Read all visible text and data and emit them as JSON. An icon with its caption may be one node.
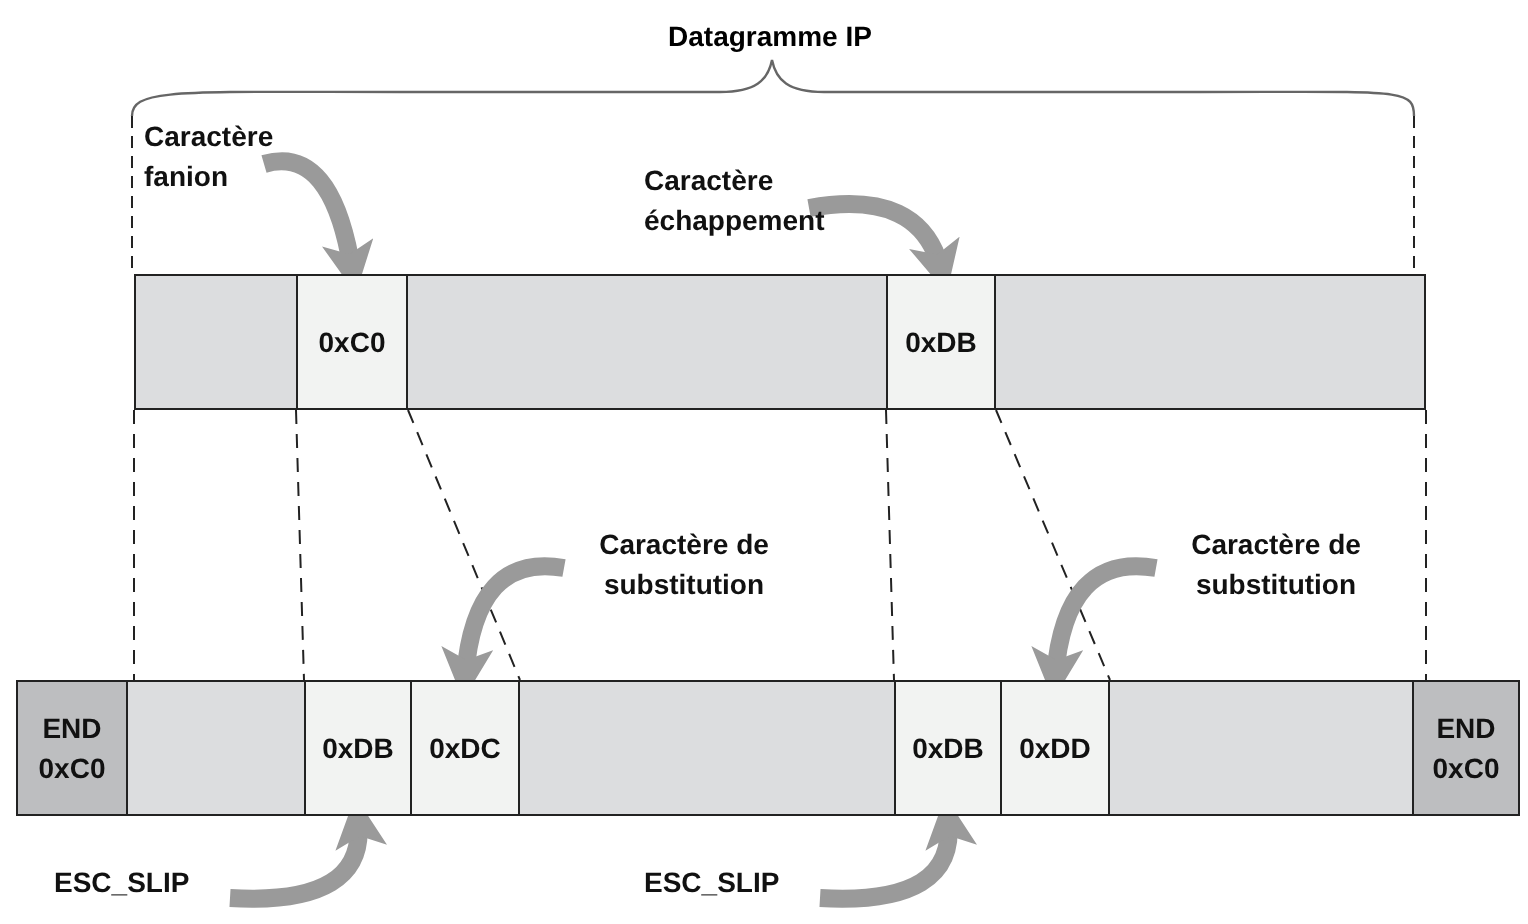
{
  "diagram": {
    "title": "Datagramme IP",
    "nodes": [
      {
        "text": [],
        "shape": "bar"
      },
      {
        "text": [
          "0xC0"
        ],
        "in": 0
      },
      {
        "text": [
          "0xDB"
        ],
        "in": 0
      },
      {
        "text": [],
        "shape": "bar"
      },
      {
        "text": [
          "END 0xC0"
        ],
        "in": 3
      },
      {
        "text": [
          "0xDB"
        ],
        "in": 3
      },
      {
        "text": [
          "0xDC"
        ],
        "in": 3
      },
      {
        "text": [
          "0xDB"
        ],
        "in": 3
      },
      {
        "text": [
          "0xDD"
        ],
        "in": 3
      },
      {
        "text": [
          "END 0xC0"
        ],
        "in": 3
      },
      {
        "text": [
          "Caractère fanion"
        ]
      },
      {
        "text": [
          "Caractère échappement"
        ]
      },
      {
        "text": [
          "Caractère de substitution"
        ]
      },
      {
        "text": [
          "Caractère de substitution"
        ]
      },
      {
        "text": [
          "ESC_SLIP"
        ]
      },
      {
        "text": [
          "ESC_SLIP"
        ]
      }
    ],
    "edges": [
      {
        "from": 10,
        "to": 1,
        "arrow": "to",
        "style": "thick",
        "color": "#9a9a9a"
      },
      {
        "from": 11,
        "to": 2,
        "arrow": "to",
        "style": "thick",
        "color": "#9a9a9a"
      },
      {
        "from": 0,
        "to": 3,
        "arrow": "none",
        "style": "dashed",
        "color": "#222222"
      },
      {
        "from": 1,
        "to": 5,
        "arrow": "none",
        "style": "dashed",
        "color": "#222222"
      },
      {
        "from": 1,
        "to": 6,
        "arrow": "none",
        "style": "dashed",
        "color": "#222222"
      },
      {
        "from": 2,
        "to": 7,
        "arrow": "none",
        "style": "dashed",
        "color": "#222222"
      },
      {
        "from": 2,
        "to": 8,
        "arrow": "none",
        "style": "dashed",
        "color": "#222222"
      },
      {
        "from": 0,
        "to": 3,
        "arrow": "none",
        "style": "dashed",
        "color": "#222222"
      },
      {
        "from": 12,
        "to": 6,
        "arrow": "to",
        "style": "thick",
        "color": "#9a9a9a"
      },
      {
        "from": 13,
        "to": 8,
        "arrow": "to",
        "style": "thick",
        "color": "#9a9a9a"
      },
      {
        "from": 14,
        "to": 5,
        "arrow": "to",
        "style": "thick",
        "color": "#9a9a9a"
      },
      {
        "from": 15,
        "to": 7,
        "arrow": "to",
        "style": "thick",
        "color": "#9a9a9a"
      }
    ]
  }
}
